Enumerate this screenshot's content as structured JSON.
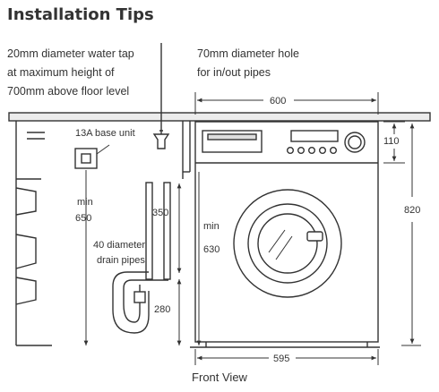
{
  "title": "Installation Tips",
  "notes": {
    "water_tap": [
      "20mm diameter water tap",
      "at maximum height of",
      "700mm above floor level"
    ],
    "hole": [
      "70mm diameter hole",
      "for in/out pipes"
    ]
  },
  "labels": {
    "base_unit": "13A base unit",
    "min": "min",
    "socket_min_height": "650",
    "pipe_min_height": "630",
    "drain_pipe_note": [
      "40 diameter",
      "drain pipes"
    ],
    "dim_350": "350",
    "dim_280": "280",
    "dim_600": "600",
    "dim_110": "110",
    "dim_820": "820",
    "dim_595": "595"
  },
  "caption": "Front View"
}
